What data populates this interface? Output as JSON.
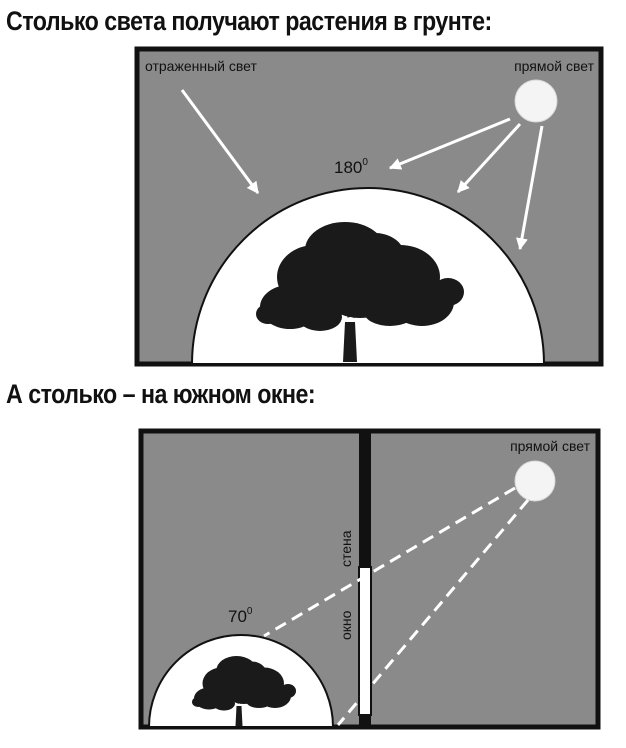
{
  "panel1": {
    "heading": "Столько света получают растения в грунте:",
    "reflected_label": "отраженный свет",
    "direct_label": "прямой свет",
    "angle_value": "180",
    "angle_unit": "0"
  },
  "panel2": {
    "heading": "А столько – на южном окне:",
    "direct_label": "прямой свет",
    "angle_value": "70",
    "angle_unit": "0",
    "wall_label": "стена",
    "window_label": "окно"
  },
  "colors": {
    "panel_fill": "#8a8a8a",
    "border": "#111111",
    "sun": "#f4f4f4",
    "tree": "#1a1a1a",
    "arrow": "#ffffff"
  }
}
